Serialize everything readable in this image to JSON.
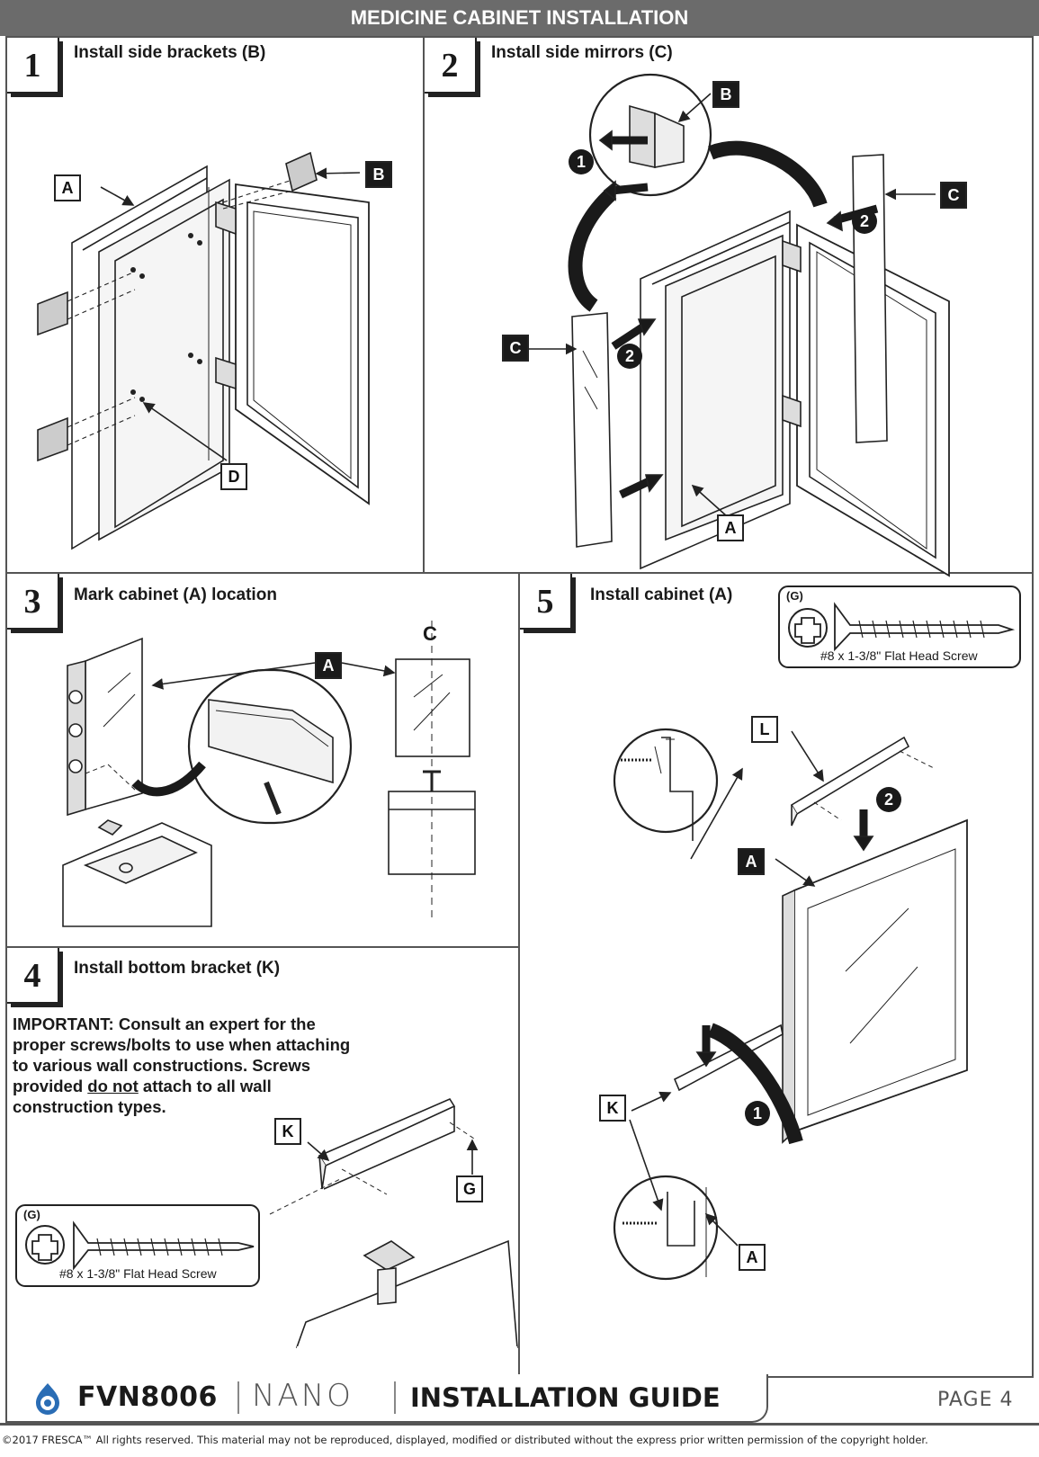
{
  "header": {
    "title": "MEDICINE CABINET INSTALLATION"
  },
  "steps": [
    {
      "number": "1",
      "title": "Install side brackets (B)"
    },
    {
      "number": "2",
      "title": "Install side mirrors (C)"
    },
    {
      "number": "3",
      "title": "Mark cabinet (A) location"
    },
    {
      "number": "4",
      "title": "Install bottom bracket (K)"
    },
    {
      "number": "5",
      "title": "Install cabinet (A)"
    }
  ],
  "labels": {
    "A": "A",
    "B": "B",
    "C": "C",
    "D": "D",
    "G": "G",
    "K": "K",
    "L": "L",
    "centerline": "C",
    "callout_1": "1",
    "callout_2": "2"
  },
  "screw": {
    "tag": "(G)",
    "caption": "#8 x 1-3/8\" Flat Head Screw"
  },
  "important": {
    "lead": "IMPORTANT: Consult an expert for the proper screws/bolts to use when attaching to various wall constructions. Screws provided ",
    "underlined": "do not",
    "tail": " attach to all wall construction types."
  },
  "footer": {
    "model": "FVN8006",
    "series": "NANO",
    "doc_title": "INSTALLATION GUIDE",
    "page": "PAGE 4",
    "copyright": "©2017 FRESCA™ All rights reserved. This material may not be reproduced, displayed, modified or distributed without the express prior written permission of the copyright holder."
  }
}
